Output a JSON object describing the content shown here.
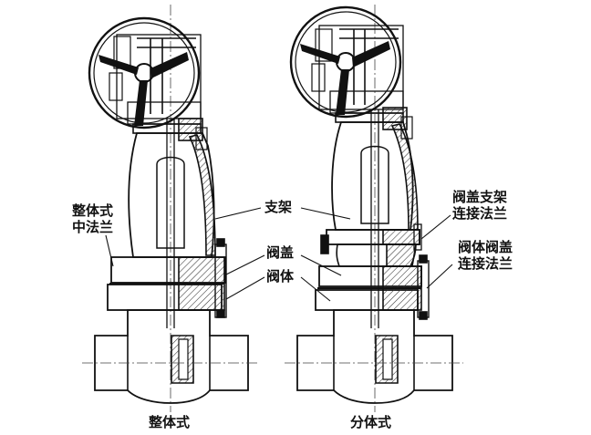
{
  "labels": {
    "integral_mid_flange_line1": "整体式",
    "integral_mid_flange_line2": "中法兰",
    "yoke": "支架",
    "bonnet": "阀盖",
    "body": "阀体",
    "bonnet_yoke_flange_line1": "阀盖支架",
    "bonnet_yoke_flange_line2": "连接法兰",
    "body_bonnet_flange_line1": "阀体阀盖",
    "body_bonnet_flange_line2": "连接法兰"
  },
  "captions": {
    "left": "整体式",
    "right": "分体式"
  },
  "colors": {
    "line": "#111111",
    "hatch": "#333333",
    "centerline": "#444444"
  }
}
